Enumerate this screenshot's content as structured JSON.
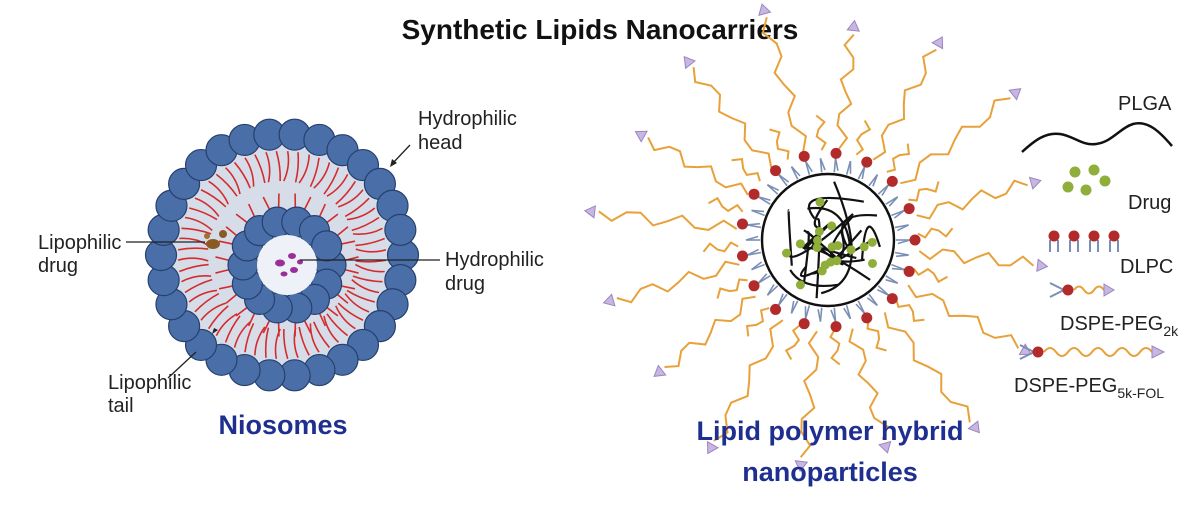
{
  "title": "Synthetic Lipids Nanocarriers",
  "colors": {
    "lipid_head": "#4a6ea8",
    "lipid_head_stroke": "#26406e",
    "lipid_tail": "#d42c2c",
    "core_fill": "#c7d2e4",
    "peg_chain": "#e8a13a",
    "peg_tip": "#c8b6e2",
    "drug": "#8fae3a",
    "title_blue": "#1f2f8f"
  },
  "niosome": {
    "caption": "Niosomes",
    "labels": {
      "hydrophilic_head_1": "Hydrophilic",
      "hydrophilic_head_2": "head",
      "lipophilic_drug_1": "Lipophilic",
      "lipophilic_drug_2": "drug",
      "hydrophilic_drug_1": "Hydrophilic",
      "hydrophilic_drug_2": "drug",
      "lipophilic_tail_1": "Lipophilic",
      "lipophilic_tail_2": "tail"
    }
  },
  "hybrid": {
    "caption_1": "Lipid polymer hybrid",
    "caption_2": "nanoparticles",
    "legend": {
      "plga": "PLGA",
      "drug": "Drug",
      "dlpc": "DLPC",
      "dspe_peg2k": "DSPE-PEG",
      "dspe_peg2k_sub": "2k",
      "dspe_peg5k": "DSPE-PEG",
      "dspe_peg5k_sub": "5k-FOL"
    }
  }
}
